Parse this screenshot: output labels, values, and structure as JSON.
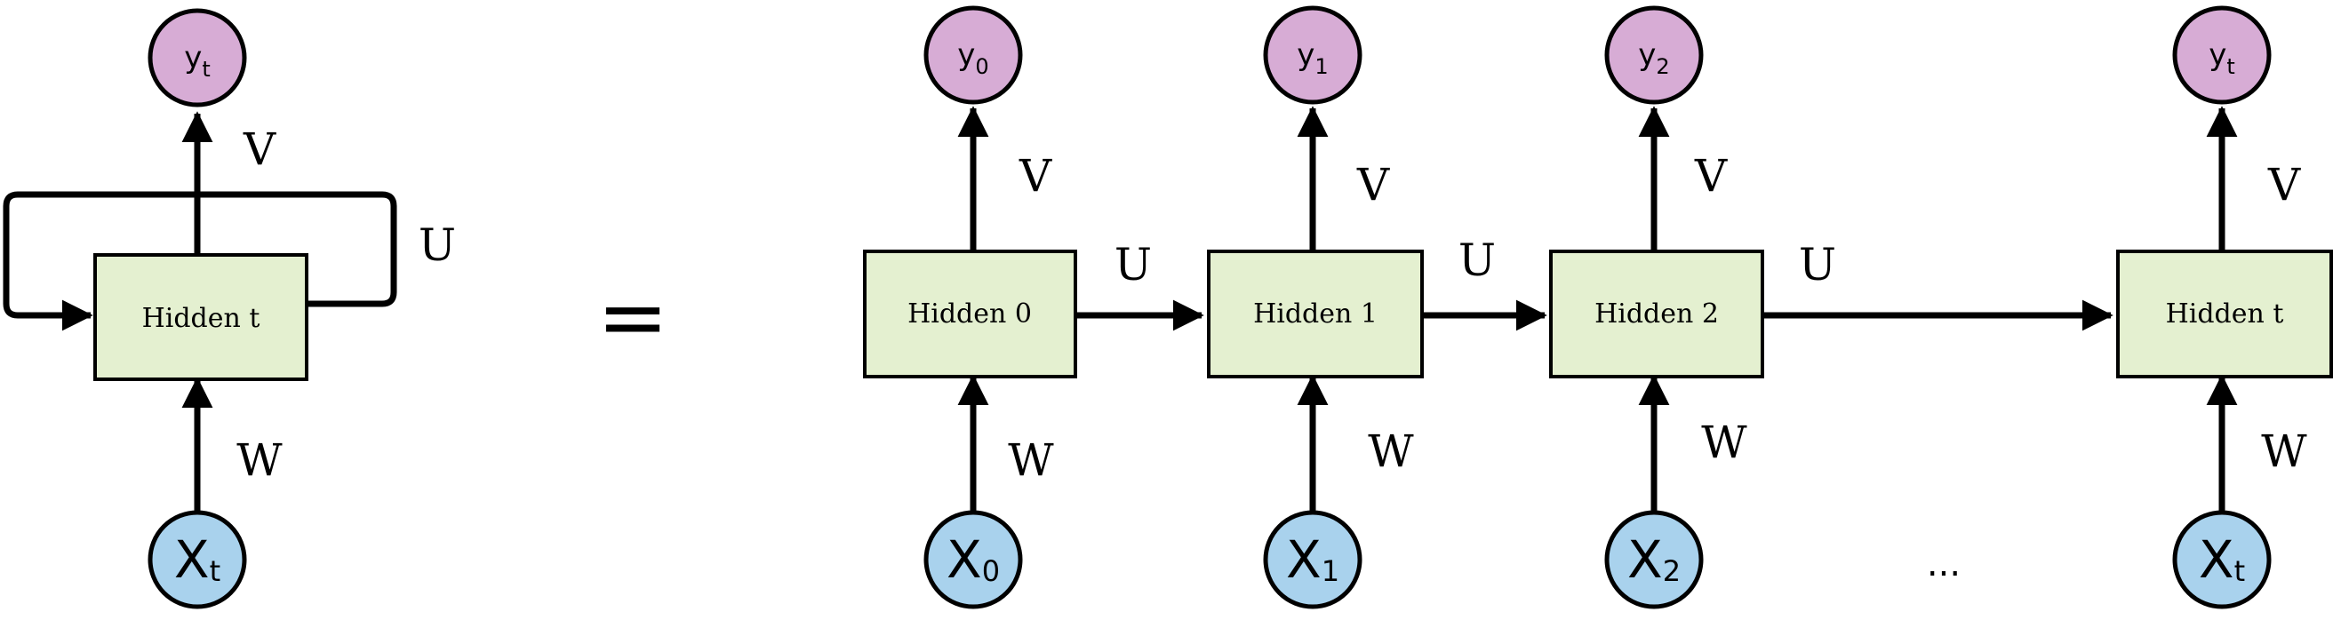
{
  "colors": {
    "hidden_box_fill": "#e4f0d0",
    "output_node_fill": "#d7acd5",
    "input_node_fill": "#a9d2ed",
    "line": "#000000"
  },
  "folded": {
    "hidden_label": "Hidden t",
    "output": {
      "base": "y",
      "sub": "t"
    },
    "input": {
      "base": "X",
      "sub": "t"
    },
    "weight_output": "V",
    "weight_recurrent": "U",
    "weight_input": "W"
  },
  "equals_sign": "=",
  "unrolled": [
    {
      "hidden_label": "Hidden 0",
      "output": {
        "base": "y",
        "sub": "0"
      },
      "input": {
        "base": "X",
        "sub": "0"
      },
      "weight_output": "V",
      "weight_input": "W",
      "weight_next": "U"
    },
    {
      "hidden_label": "Hidden 1",
      "output": {
        "base": "y",
        "sub": "1"
      },
      "input": {
        "base": "X",
        "sub": "1"
      },
      "weight_output": "V",
      "weight_input": "W",
      "weight_next": "U"
    },
    {
      "hidden_label": "Hidden 2",
      "output": {
        "base": "y",
        "sub": "2"
      },
      "input": {
        "base": "X",
        "sub": "2"
      },
      "weight_output": "V",
      "weight_input": "W",
      "weight_next": "U"
    },
    {
      "hidden_label": "Hidden t",
      "output": {
        "base": "y",
        "sub": "t"
      },
      "input": {
        "base": "X",
        "sub": "t"
      },
      "weight_output": "V",
      "weight_input": "W"
    }
  ],
  "ellipsis": "..."
}
